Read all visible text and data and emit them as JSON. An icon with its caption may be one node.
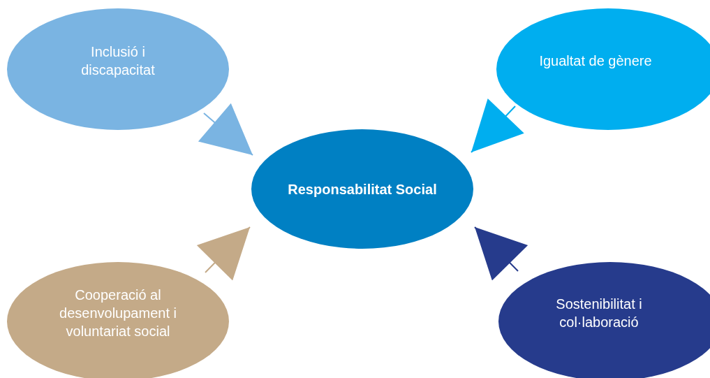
{
  "diagram": {
    "nodes": [
      {
        "text": [
          "Inclusió i discapacitat"
        ]
      },
      {
        "text": [
          "Igualtat de gènere"
        ]
      },
      {
        "text": [
          "Responsabilitat Social"
        ]
      },
      {
        "text": [
          "Cooperació al desenvolupament i voluntariat social"
        ]
      },
      {
        "text": [
          "Sostenibilitat i col·laboració"
        ]
      }
    ],
    "edges": [
      {
        "from": 0,
        "to": 2,
        "arrow": "to",
        "color": "#7ab4e2"
      },
      {
        "from": 1,
        "to": 2,
        "arrow": "to",
        "color": "#00aeef"
      },
      {
        "from": 3,
        "to": 2,
        "arrow": "to",
        "color": "#c4aa88"
      },
      {
        "from": 4,
        "to": 2,
        "arrow": "to",
        "color": "#263b8c"
      }
    ]
  }
}
